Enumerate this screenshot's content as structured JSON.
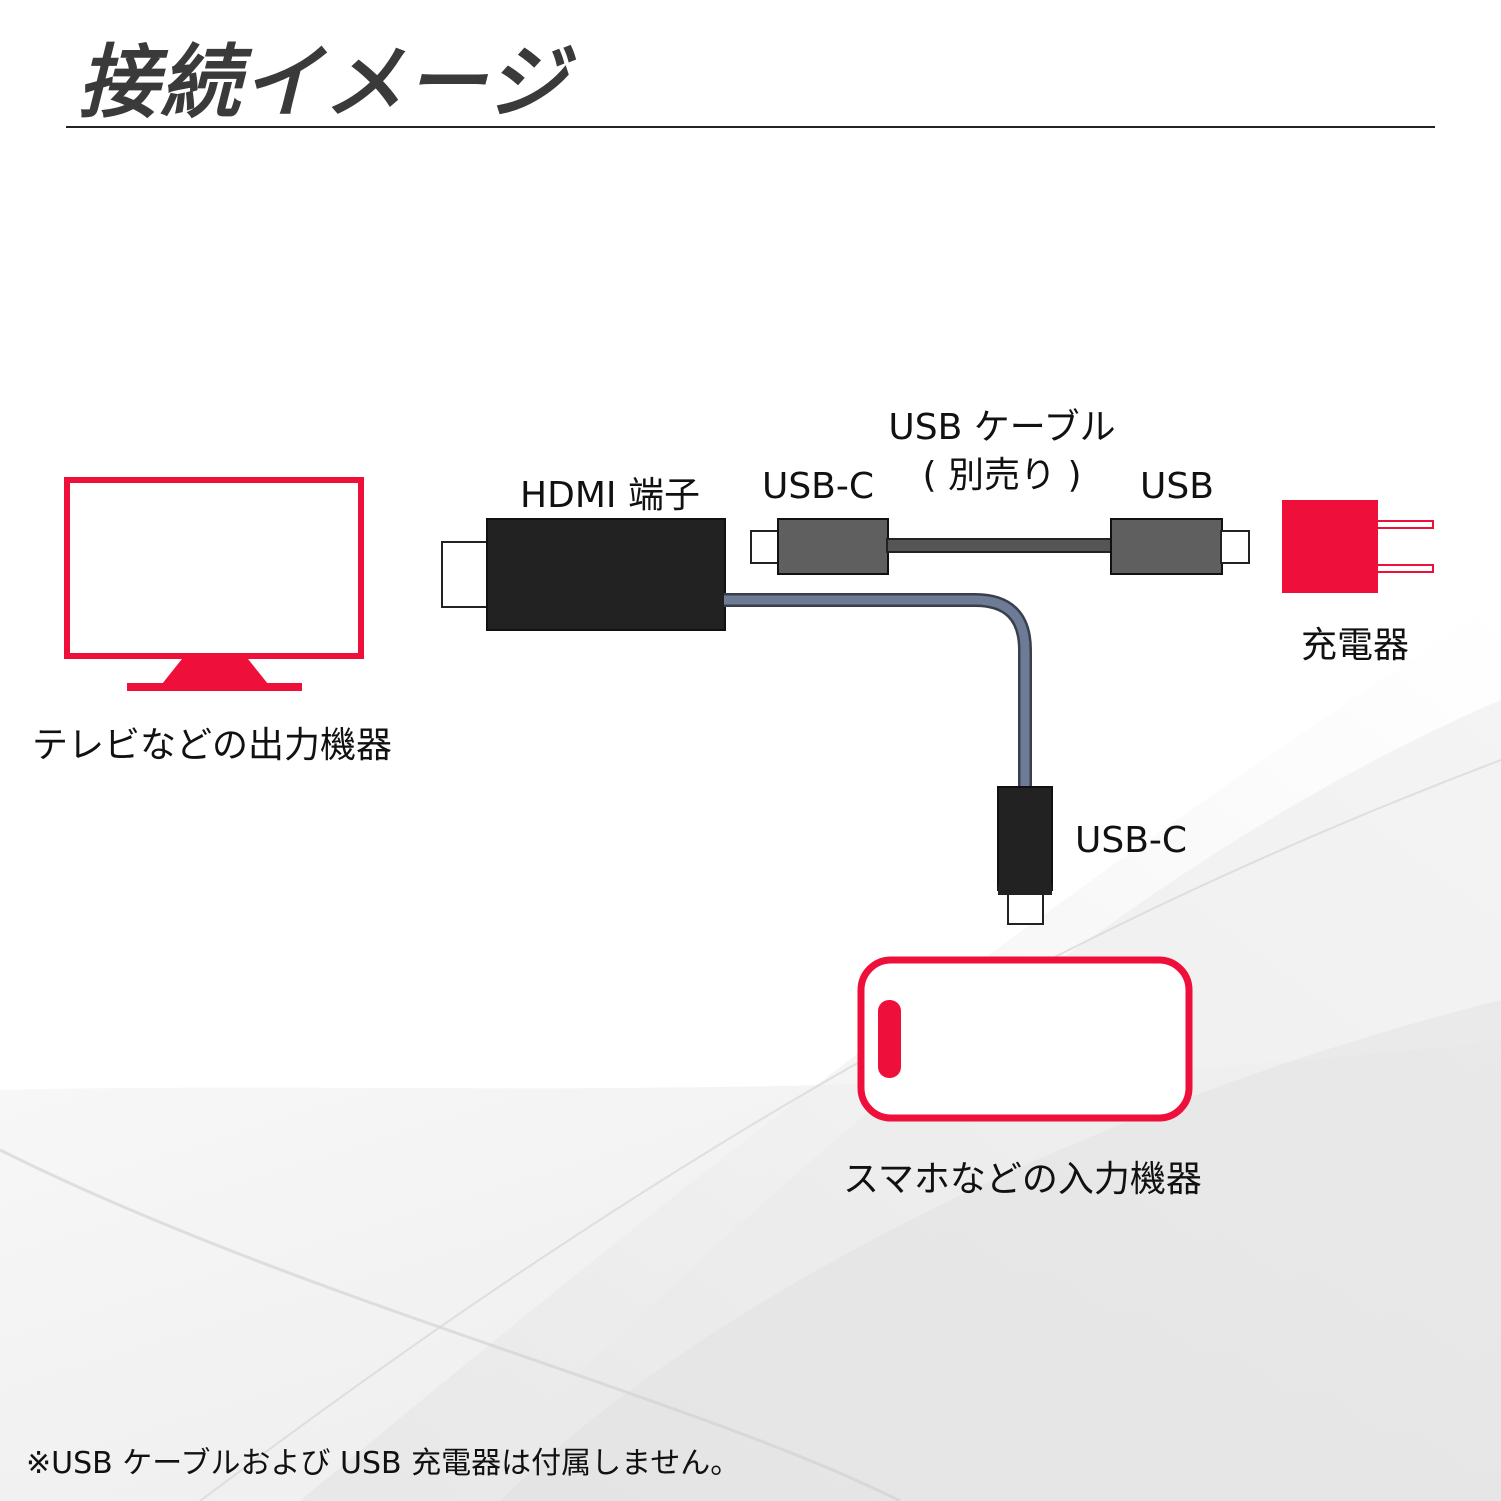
{
  "title": "接続イメージ",
  "labels": {
    "hdmi_terminal": "HDMI 端子",
    "usbc_top": "USB-C",
    "usb_cable_line1": "USB ケーブル",
    "usb_cable_line2": "( 別売り )",
    "usb": "USB",
    "charger": "充電器",
    "tv": "テレビなどの出力機器",
    "usbc_bottom": "USB-C",
    "phone": "スマホなどの入力機器"
  },
  "footnote": "※USB ケーブルおよび USB 充電器は付属しません。",
  "colors": {
    "accent_red": "#ee0f3a",
    "connector_black": "#222222",
    "connector_gray": "#5f5f5f",
    "cable_blue_gray": "#6e7b96"
  },
  "icons": [
    "tv-icon",
    "smartphone-icon",
    "charger-icon"
  ]
}
